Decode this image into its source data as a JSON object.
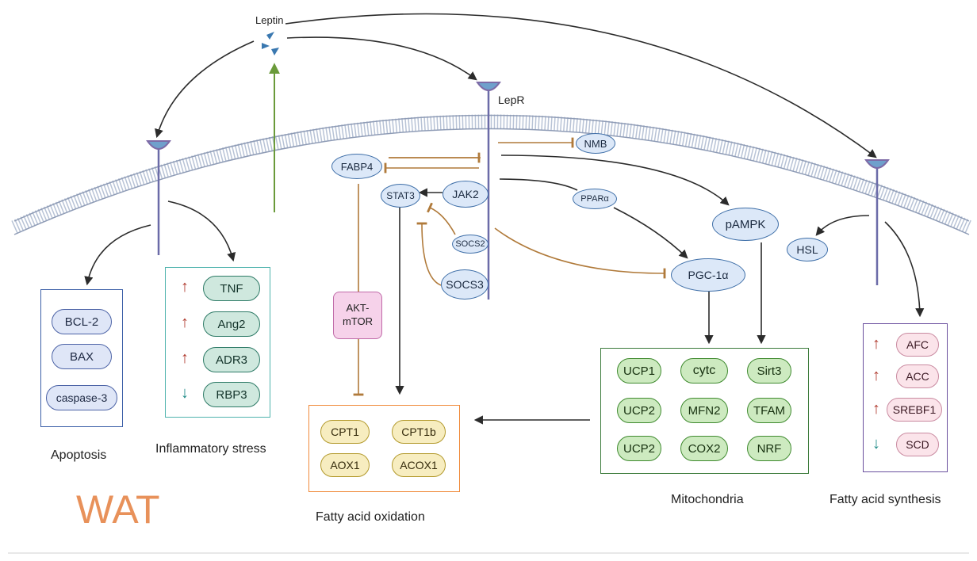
{
  "ligand": {
    "label": "Leptin"
  },
  "receptor": {
    "label": "LepR"
  },
  "signaling": {
    "fabp4": "FABP4",
    "stat3": "STAT3",
    "jak2": "JAK2",
    "socs2": "SOCS2",
    "socs3": "SOCS3",
    "nmb": "NMB",
    "ppara": "PPARα",
    "pampk": "pAMPK",
    "pgc1a": "PGC-1α",
    "hsl": "HSL",
    "akt_mtor": "AKT-\nmTOR"
  },
  "apoptosis": {
    "title": "Apoptosis",
    "items": [
      "BCL-2",
      "BAX",
      "caspase-3"
    ]
  },
  "inflammatory": {
    "title": "Inflammatory stress",
    "items": [
      {
        "label": "TNF",
        "direction": "up"
      },
      {
        "label": "Ang2",
        "direction": "up"
      },
      {
        "label": "ADR3",
        "direction": "up"
      },
      {
        "label": "RBP3",
        "direction": "down"
      }
    ]
  },
  "fatty_acid_oxidation": {
    "title": "Fatty acid oxidation",
    "items": [
      "CPT1",
      "CPT1b",
      "AOX1",
      "ACOX1"
    ]
  },
  "mitochondria": {
    "title": "Mitochondria",
    "items": [
      "UCP1",
      "cytc",
      "Sirt3",
      "UCP2",
      "MFN2",
      "TFAM",
      "UCP2",
      "COX2",
      "NRF"
    ]
  },
  "fatty_acid_synthesis": {
    "title": "Fatty acid synthesis",
    "items": [
      {
        "label": "AFC",
        "direction": "up"
      },
      {
        "label": "ACC",
        "direction": "up"
      },
      {
        "label": "SREBF1",
        "direction": "up"
      },
      {
        "label": "SCD",
        "direction": "down"
      }
    ]
  },
  "tissue_label": "WAT",
  "colors": {
    "membrane": "#b8c3d6",
    "activation": "#2b2b2b",
    "inhibition": "#b07a3a",
    "leptin_release": "#6a9a3a",
    "up_arrow": "#b03a2e",
    "down_arrow": "#1d8a86",
    "wat_text": "#e8915a"
  }
}
